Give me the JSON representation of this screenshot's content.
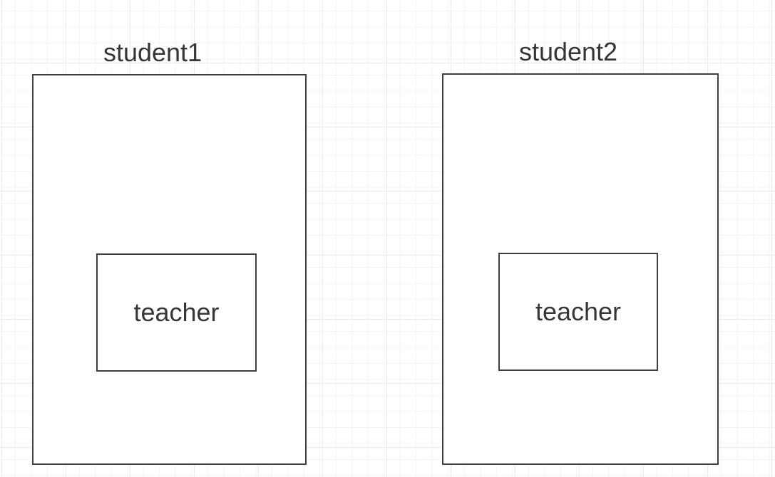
{
  "diagram": {
    "containers": [
      {
        "label": "student1",
        "child": {
          "label": "teacher"
        }
      },
      {
        "label": "student2",
        "child": {
          "label": "teacher"
        }
      }
    ]
  },
  "colors": {
    "stroke": "#3f3f3f",
    "text": "#363636",
    "canvas_bg": "#ffffff",
    "shape_fill": "#ffffff",
    "grid_minor": "#f3f3f4",
    "grid_major": "#eaeaec"
  }
}
